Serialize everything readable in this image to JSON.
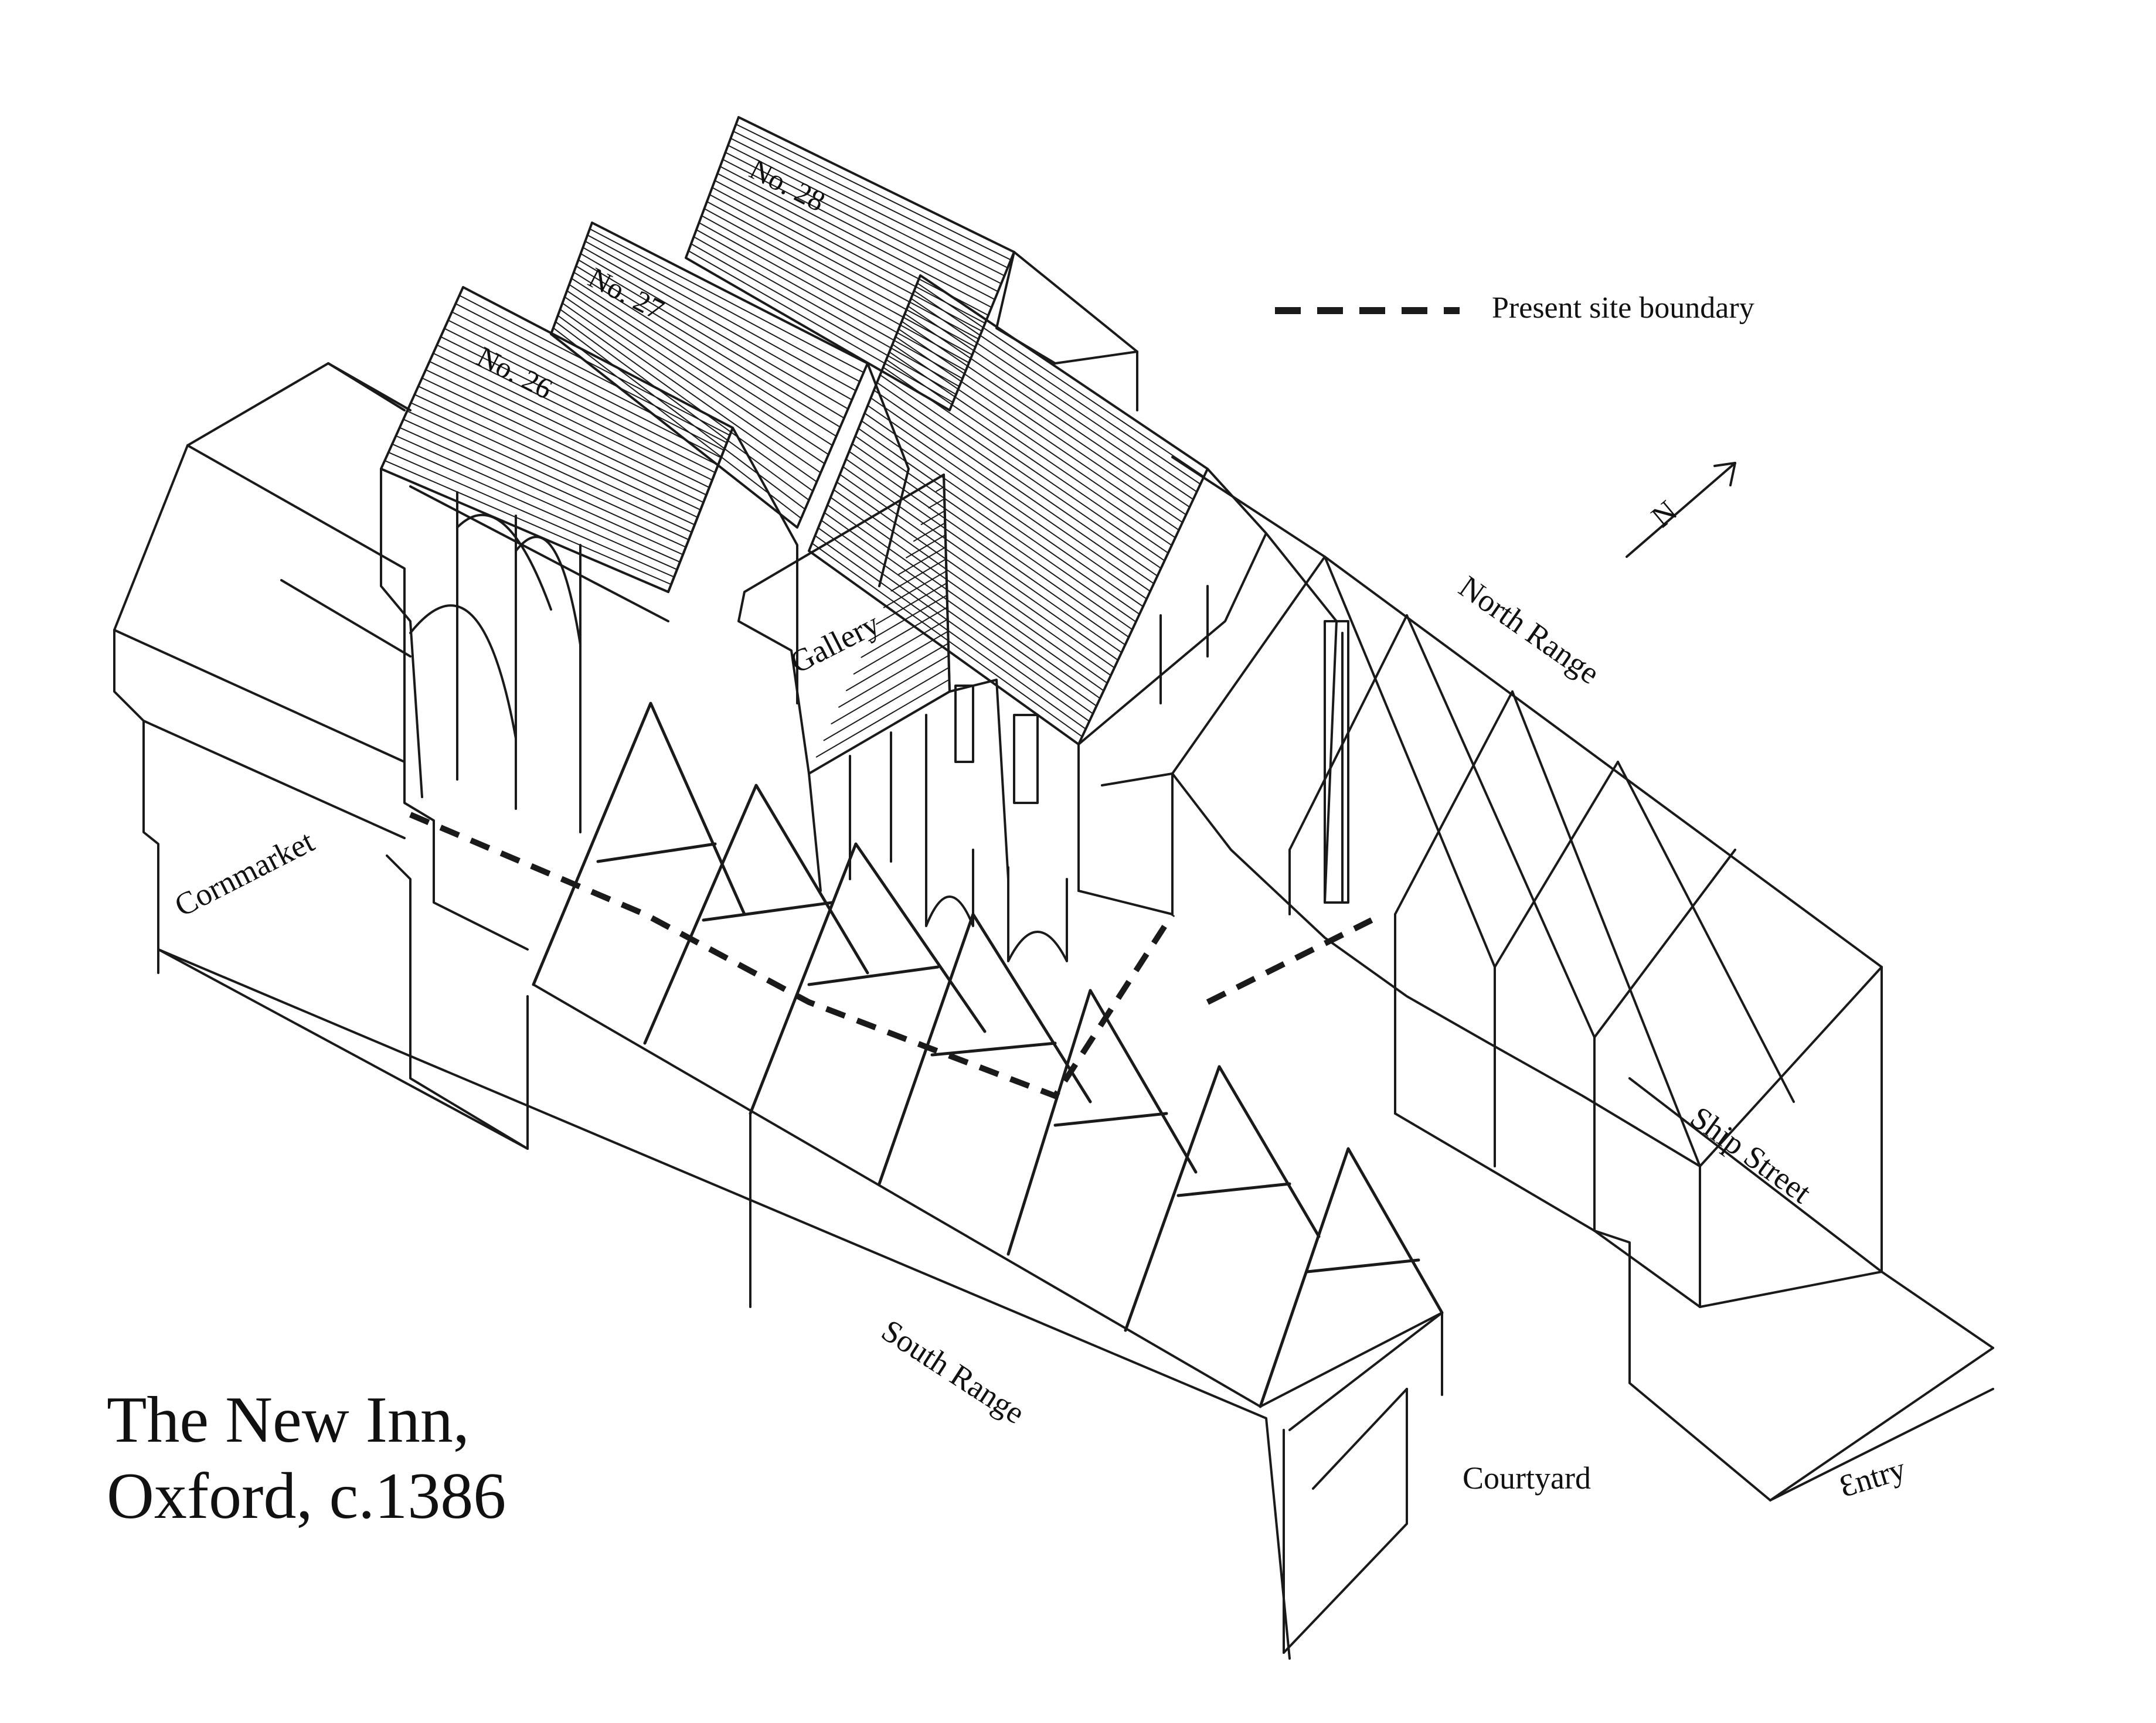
{
  "title": {
    "line1": "The New Inn,",
    "line2": "Oxford, c.1386"
  },
  "legend": {
    "label": "Present site boundary",
    "line_style": "dashed"
  },
  "north_arrow": {
    "letter": "N"
  },
  "labels": {
    "no26": "No. 26",
    "no27": "No. 27",
    "no28": "No. 28",
    "gallery": "Gallery",
    "north_range": "North Range",
    "south_range": "South Range",
    "cornmarket": "Cornmarket",
    "ship_street": "Ship Street",
    "courtyard": "Courtyard",
    "entry": "Ɛntry"
  },
  "colors": {
    "ink": "#1a1a1a",
    "paper": "#ffffff"
  }
}
